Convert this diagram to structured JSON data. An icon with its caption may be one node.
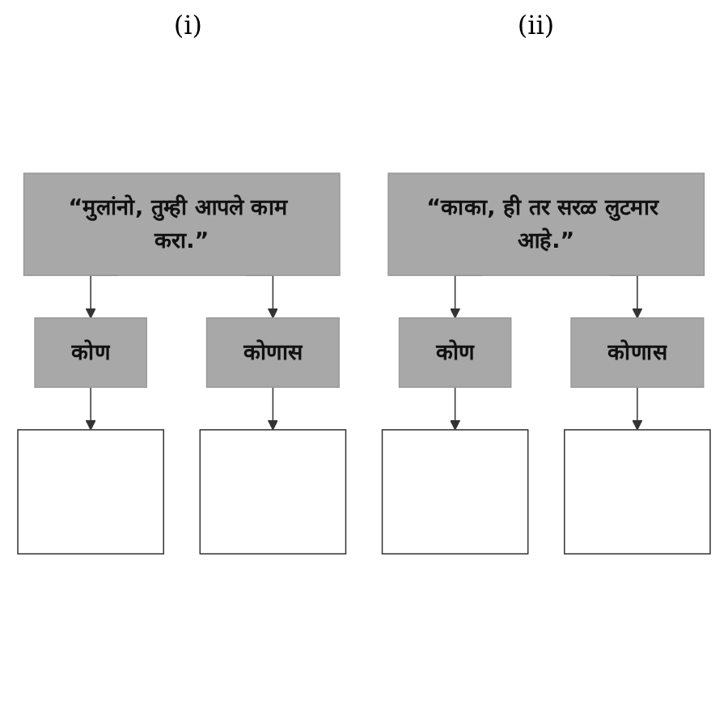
{
  "diagram": {
    "nodes": [
      {
        "text": [
          "“मुलांनो, तुम्ही आपले काम करा.”"
        ]
      },
      {
        "text": [
          "कोण"
        ]
      },
      {
        "text": [
          "कोणास"
        ]
      },
      {
        "text": [],
        "shape": "box"
      },
      {
        "text": [],
        "shape": "box"
      },
      {
        "text": [
          "“काका, ही तर सरळ लुटमार आहे.”"
        ]
      },
      {
        "text": [
          "कोण"
        ]
      },
      {
        "text": [
          "कोणास"
        ]
      },
      {
        "text": [],
        "shape": "box"
      },
      {
        "text": [],
        "shape": "box"
      }
    ],
    "edges": [
      {
        "from": 0,
        "to": 1,
        "arrow": "to"
      },
      {
        "from": 0,
        "to": 2,
        "arrow": "to"
      },
      {
        "from": 1,
        "to": 3,
        "arrow": "to"
      },
      {
        "from": 2,
        "to": 4,
        "arrow": "to"
      },
      {
        "from": 5,
        "to": 6,
        "arrow": "to"
      },
      {
        "from": 5,
        "to": 7,
        "arrow": "to"
      },
      {
        "from": 6,
        "to": 8,
        "arrow": "to"
      },
      {
        "from": 7,
        "to": 9,
        "arrow": "to"
      }
    ],
    "labels": [
      "(i)",
      "(ii)"
    ]
  }
}
